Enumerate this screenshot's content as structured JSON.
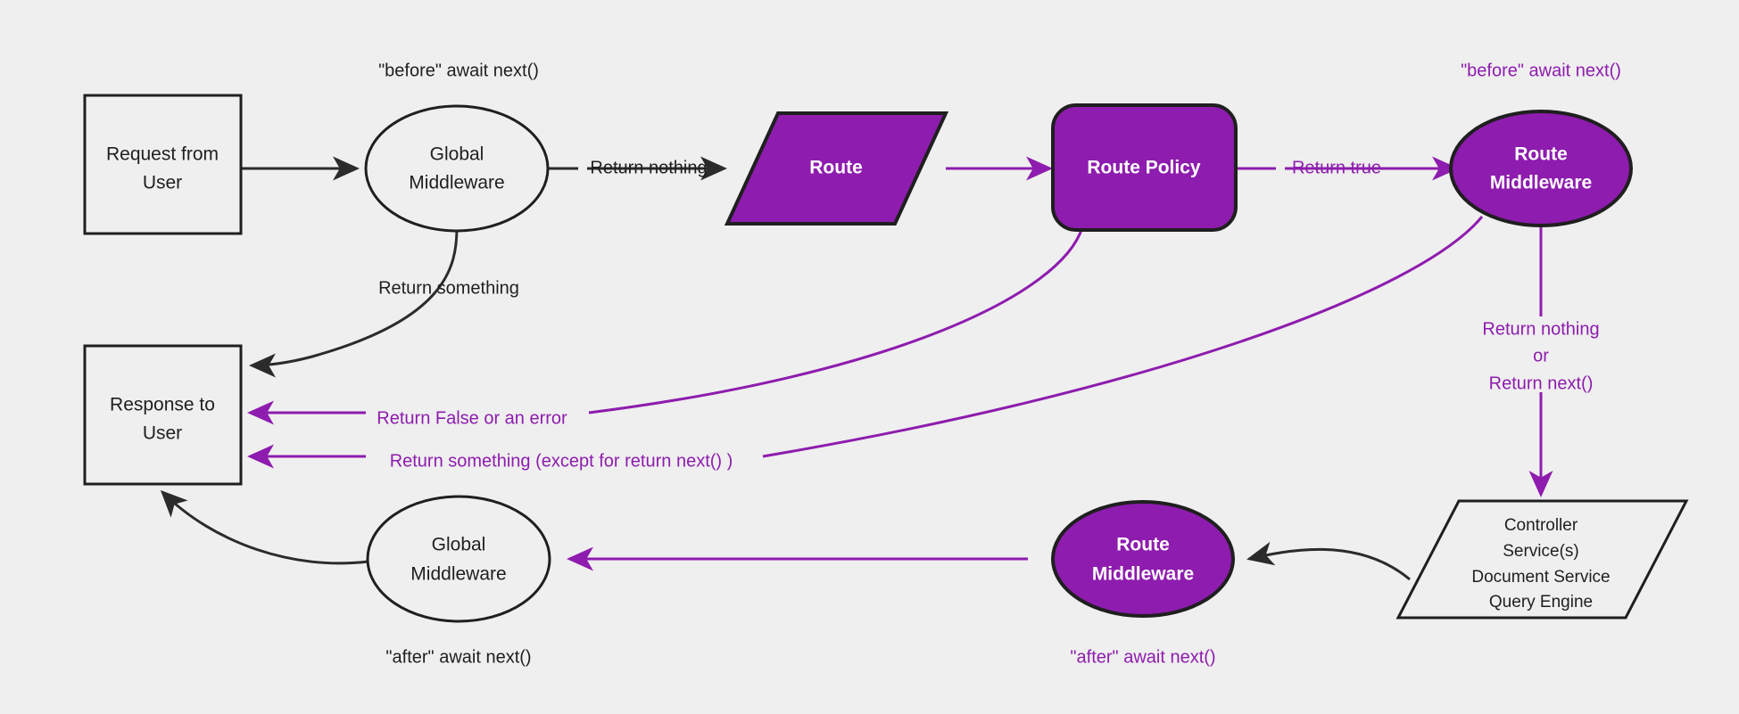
{
  "diagram": {
    "title": "Middleware request/response lifecycle flow",
    "background_color": "#efefef",
    "accent_color": "#8e1cae",
    "dark_color": "#1f1f1f",
    "nodes": [
      {
        "id": "request",
        "label_line1": "Request from",
        "label_line2": "User",
        "shape": "rectangle",
        "style": "outline"
      },
      {
        "id": "global_mw_top",
        "label_line1": "Global",
        "label_line2": "Middleware",
        "shape": "ellipse",
        "style": "outline"
      },
      {
        "id": "route",
        "label_line1": "Route",
        "label_line2": "",
        "shape": "parallelogram",
        "style": "filled"
      },
      {
        "id": "route_policy",
        "label_line1": "Route Policy",
        "label_line2": "",
        "shape": "rounded-rect",
        "style": "filled"
      },
      {
        "id": "route_mw_top",
        "label_line1": "Route",
        "label_line2": "Middleware",
        "shape": "ellipse",
        "style": "filled"
      },
      {
        "id": "response",
        "label_line1": "Response to",
        "label_line2": "User",
        "shape": "rectangle",
        "style": "outline"
      },
      {
        "id": "global_mw_bottom",
        "label_line1": "Global",
        "label_line2": "Middleware",
        "shape": "ellipse",
        "style": "outline"
      },
      {
        "id": "route_mw_bottom",
        "label_line1": "Route",
        "label_line2": "Middleware",
        "shape": "ellipse",
        "style": "filled"
      },
      {
        "id": "controller",
        "label_line1": "Controller",
        "label_line2": "Service(s)",
        "label_line3": "Document Service",
        "label_line4": "Query Engine",
        "shape": "parallelogram",
        "style": "outline"
      }
    ],
    "annotations": {
      "before_await_next_global": "\"before\" await next()",
      "before_await_next_route": "\"before\" await next()",
      "after_await_next_global": "\"after\" await next()",
      "after_await_next_route": "\"after\" await next()"
    },
    "edge_labels": {
      "return_nothing_global": "Return nothing",
      "return_something_global": "Return something",
      "return_true": "Return true",
      "return_false_or_error": "Return False or an error",
      "return_something_except": "Return something (except for return next() )",
      "return_nothing_mw": "Return nothing",
      "or": "or",
      "return_next_mw": "Return next()"
    }
  }
}
